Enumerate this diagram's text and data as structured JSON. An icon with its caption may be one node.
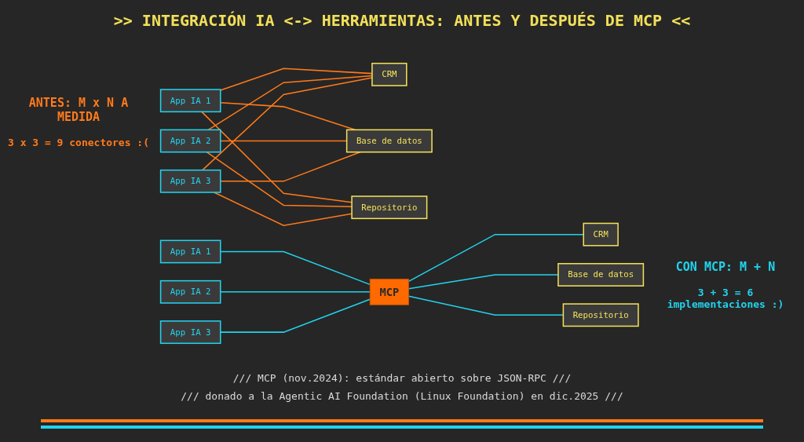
{
  "diagram": {
    "title": ">> INTEGRACIÓN IA <-> HERRAMIENTAS: ANTES Y DESPUÉS DE MCP <<",
    "nodes": [
      {
        "text": [
          "App IA 1"
        ]
      },
      {
        "text": [
          "App IA 2"
        ]
      },
      {
        "text": [
          "App IA 3"
        ]
      },
      {
        "text": [
          "CRM"
        ]
      },
      {
        "text": [
          "Base de datos"
        ]
      },
      {
        "text": [
          "Repositorio"
        ]
      },
      {
        "text": [
          "App IA 1"
        ]
      },
      {
        "text": [
          "App IA 2"
        ]
      },
      {
        "text": [
          "App IA 3"
        ]
      },
      {
        "text": [
          "MCP"
        ]
      },
      {
        "text": [
          "CRM"
        ]
      },
      {
        "text": [
          "Base de datos"
        ]
      },
      {
        "text": [
          "Repositorio"
        ]
      }
    ],
    "edges": [
      {
        "from": 0,
        "to": 3,
        "arrow": "none"
      },
      {
        "from": 0,
        "to": 4,
        "arrow": "none"
      },
      {
        "from": 0,
        "to": 5,
        "arrow": "none"
      },
      {
        "from": 1,
        "to": 3,
        "arrow": "none"
      },
      {
        "from": 1,
        "to": 4,
        "arrow": "none"
      },
      {
        "from": 1,
        "to": 5,
        "arrow": "none"
      },
      {
        "from": 2,
        "to": 3,
        "arrow": "none"
      },
      {
        "from": 2,
        "to": 4,
        "arrow": "none"
      },
      {
        "from": 2,
        "to": 5,
        "arrow": "none"
      },
      {
        "from": 6,
        "to": 9,
        "arrow": "none",
        "color": "#22d3ee"
      },
      {
        "from": 7,
        "to": 9,
        "arrow": "none",
        "color": "#22d3ee"
      },
      {
        "from": 8,
        "to": 9,
        "arrow": "none",
        "color": "#22d3ee"
      },
      {
        "from": 9,
        "to": 10,
        "arrow": "none",
        "color": "#22d3ee"
      },
      {
        "from": 9,
        "to": 11,
        "arrow": "none",
        "color": "#22d3ee"
      },
      {
        "from": 9,
        "to": 12,
        "arrow": "none",
        "color": "#22d3ee"
      }
    ],
    "labels": [
      "ANTES: M x N A MEDIDA",
      "CON MCP: M + N",
      "3 x 3 = 9 conectores :(",
      "3 + 3 = 6 implementaciones :)",
      "/// MCP (nov.2024): estándar abierto sobre JSON-RPC ///",
      "/// donado a la Agentic AI Foundation (Linux Foundation) en dic.2025 ///"
    ]
  }
}
